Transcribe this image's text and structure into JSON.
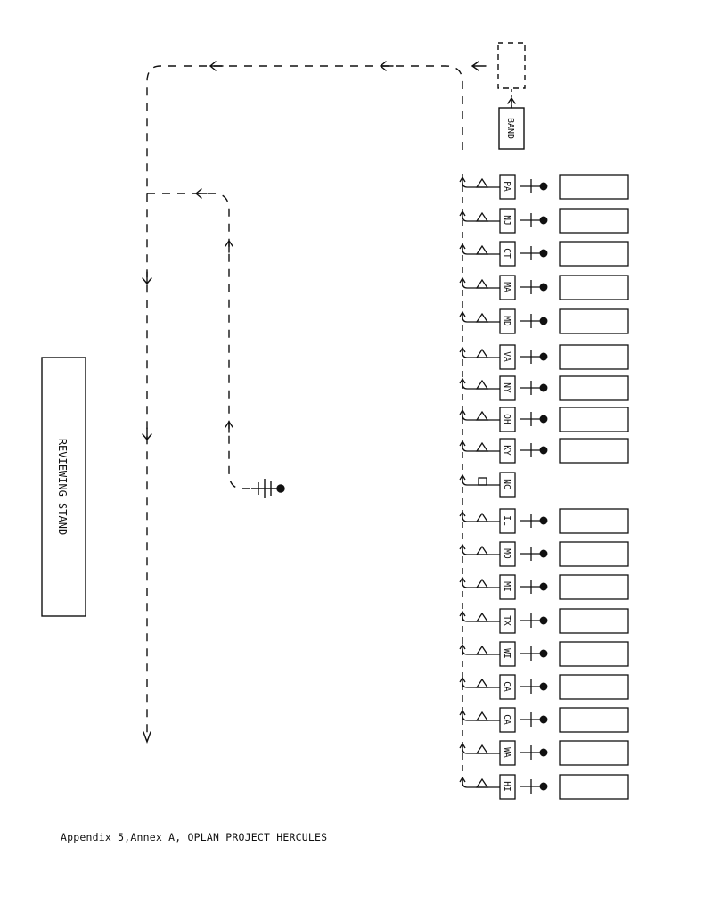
{
  "caption": "Appendix 5,Annex A, OPLAN PROJECT HERCULES",
  "reviewing_stand_label": "REVIEWING STAND",
  "band_label": "BAND",
  "units": [
    {
      "label": "PA",
      "flag": "triangle",
      "float": true
    },
    {
      "label": "NJ",
      "flag": "triangle",
      "float": true
    },
    {
      "label": "CT",
      "flag": "triangle",
      "float": true
    },
    {
      "label": "MA",
      "flag": "triangle",
      "float": true
    },
    {
      "label": "MD",
      "flag": "triangle",
      "float": true
    },
    {
      "label": "VA",
      "flag": "triangle",
      "float": true
    },
    {
      "label": "NY",
      "flag": "triangle",
      "float": true
    },
    {
      "label": "OH",
      "flag": "triangle",
      "float": true
    },
    {
      "label": "KY",
      "flag": "triangle",
      "float": true
    },
    {
      "label": "NC",
      "flag": "square",
      "float": false
    },
    {
      "label": "IL",
      "flag": "triangle",
      "float": true
    },
    {
      "label": "MO",
      "flag": "triangle",
      "float": true
    },
    {
      "label": "MI",
      "flag": "triangle",
      "float": true
    },
    {
      "label": "TX",
      "flag": "triangle",
      "float": true
    },
    {
      "label": "WI",
      "flag": "triangle",
      "float": true
    },
    {
      "label": "CA",
      "flag": "triangle",
      "float": true
    },
    {
      "label": "CA",
      "flag": "triangle",
      "float": true
    },
    {
      "label": "WA",
      "flag": "triangle",
      "float": true
    },
    {
      "label": "HI",
      "flag": "triangle",
      "float": true
    }
  ]
}
